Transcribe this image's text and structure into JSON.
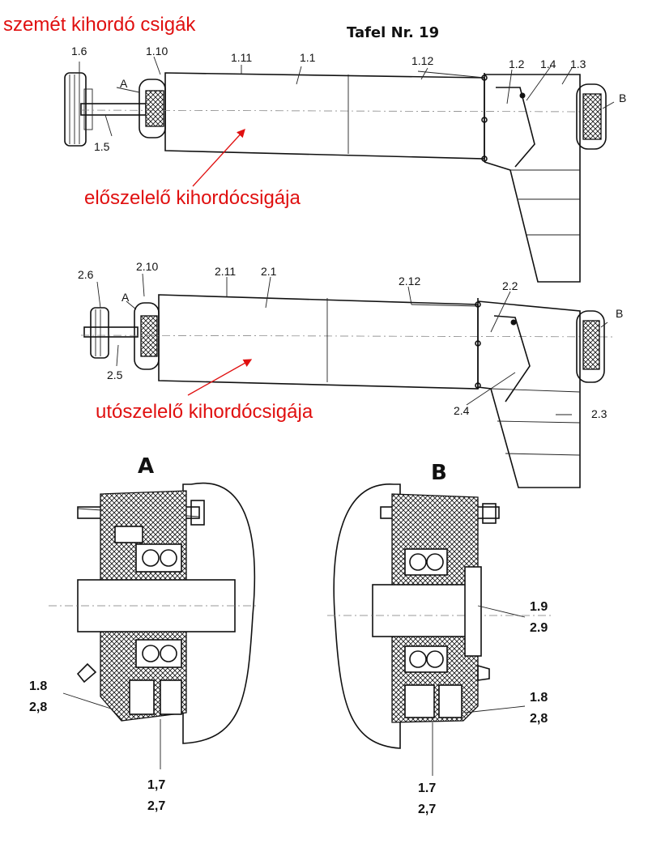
{
  "header": {
    "caption_red": "szemét kihordó csigák",
    "plate_title": "Tafel Nr. 19"
  },
  "assembly_1": {
    "caption_red": "előszelelő kihordócsigája",
    "labels": {
      "p1_6": "1.6",
      "p1_10": "1.10",
      "p1_11": "1.11",
      "p1_1": "1.1",
      "p1_12": "1.12",
      "p1_2": "1.2",
      "p1_4": "1.4",
      "p1_3": "1.3",
      "p1_5": "1.5",
      "a": "A",
      "b": "B"
    }
  },
  "assembly_2": {
    "caption_red": "utószelelő kihordócsigája",
    "labels": {
      "p2_6": "2.6",
      "p2_10": "2.10",
      "p2_11": "2.11",
      "p2_1": "2.1",
      "p2_12": "2.12",
      "p2_2": "2.2",
      "p2_5": "2.5",
      "p2_4": "2.4",
      "p2_3": "2.3",
      "a": "A",
      "b": "B"
    }
  },
  "detail_a": {
    "title": "A",
    "labels": {
      "p18": "1.8",
      "p28": "2,8",
      "p17": "1,7",
      "p27": "2,7"
    }
  },
  "detail_b": {
    "title": "B",
    "labels": {
      "p19": "1.9",
      "p29": "2.9",
      "p18": "1.8",
      "p28": "2,8",
      "p17": "1.7",
      "p27": "2,7"
    }
  }
}
